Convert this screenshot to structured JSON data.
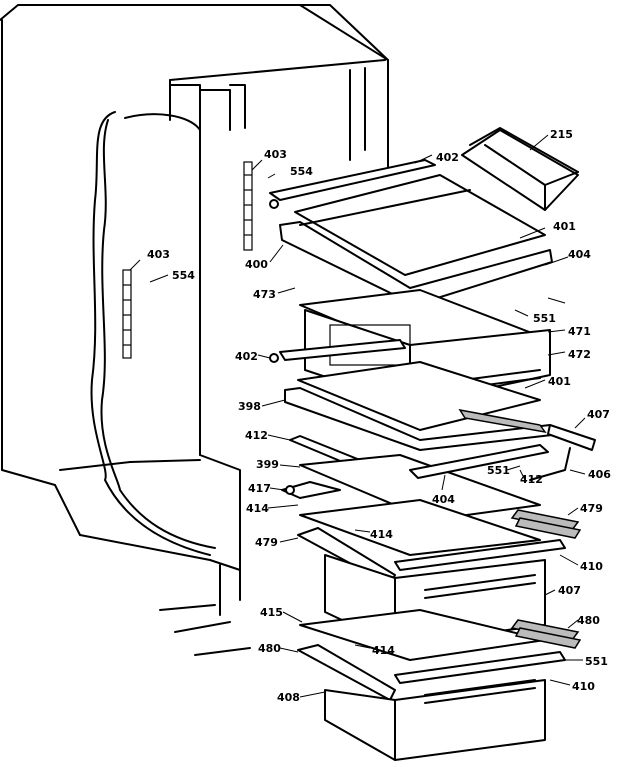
{
  "diagram": {
    "part_numbers": [
      "215",
      "402",
      "403",
      "554",
      "401",
      "404",
      "400",
      "473",
      "551",
      "471",
      "472",
      "402",
      "401",
      "398",
      "407",
      "412",
      "406",
      "551",
      "399",
      "412",
      "404",
      "417",
      "414",
      "479",
      "414",
      "410",
      "479",
      "407",
      "415",
      "480",
      "414",
      "551",
      "480",
      "410",
      "408",
      "403",
      "554"
    ]
  },
  "colors": {
    "line": "#000000",
    "background": "#ffffff"
  }
}
